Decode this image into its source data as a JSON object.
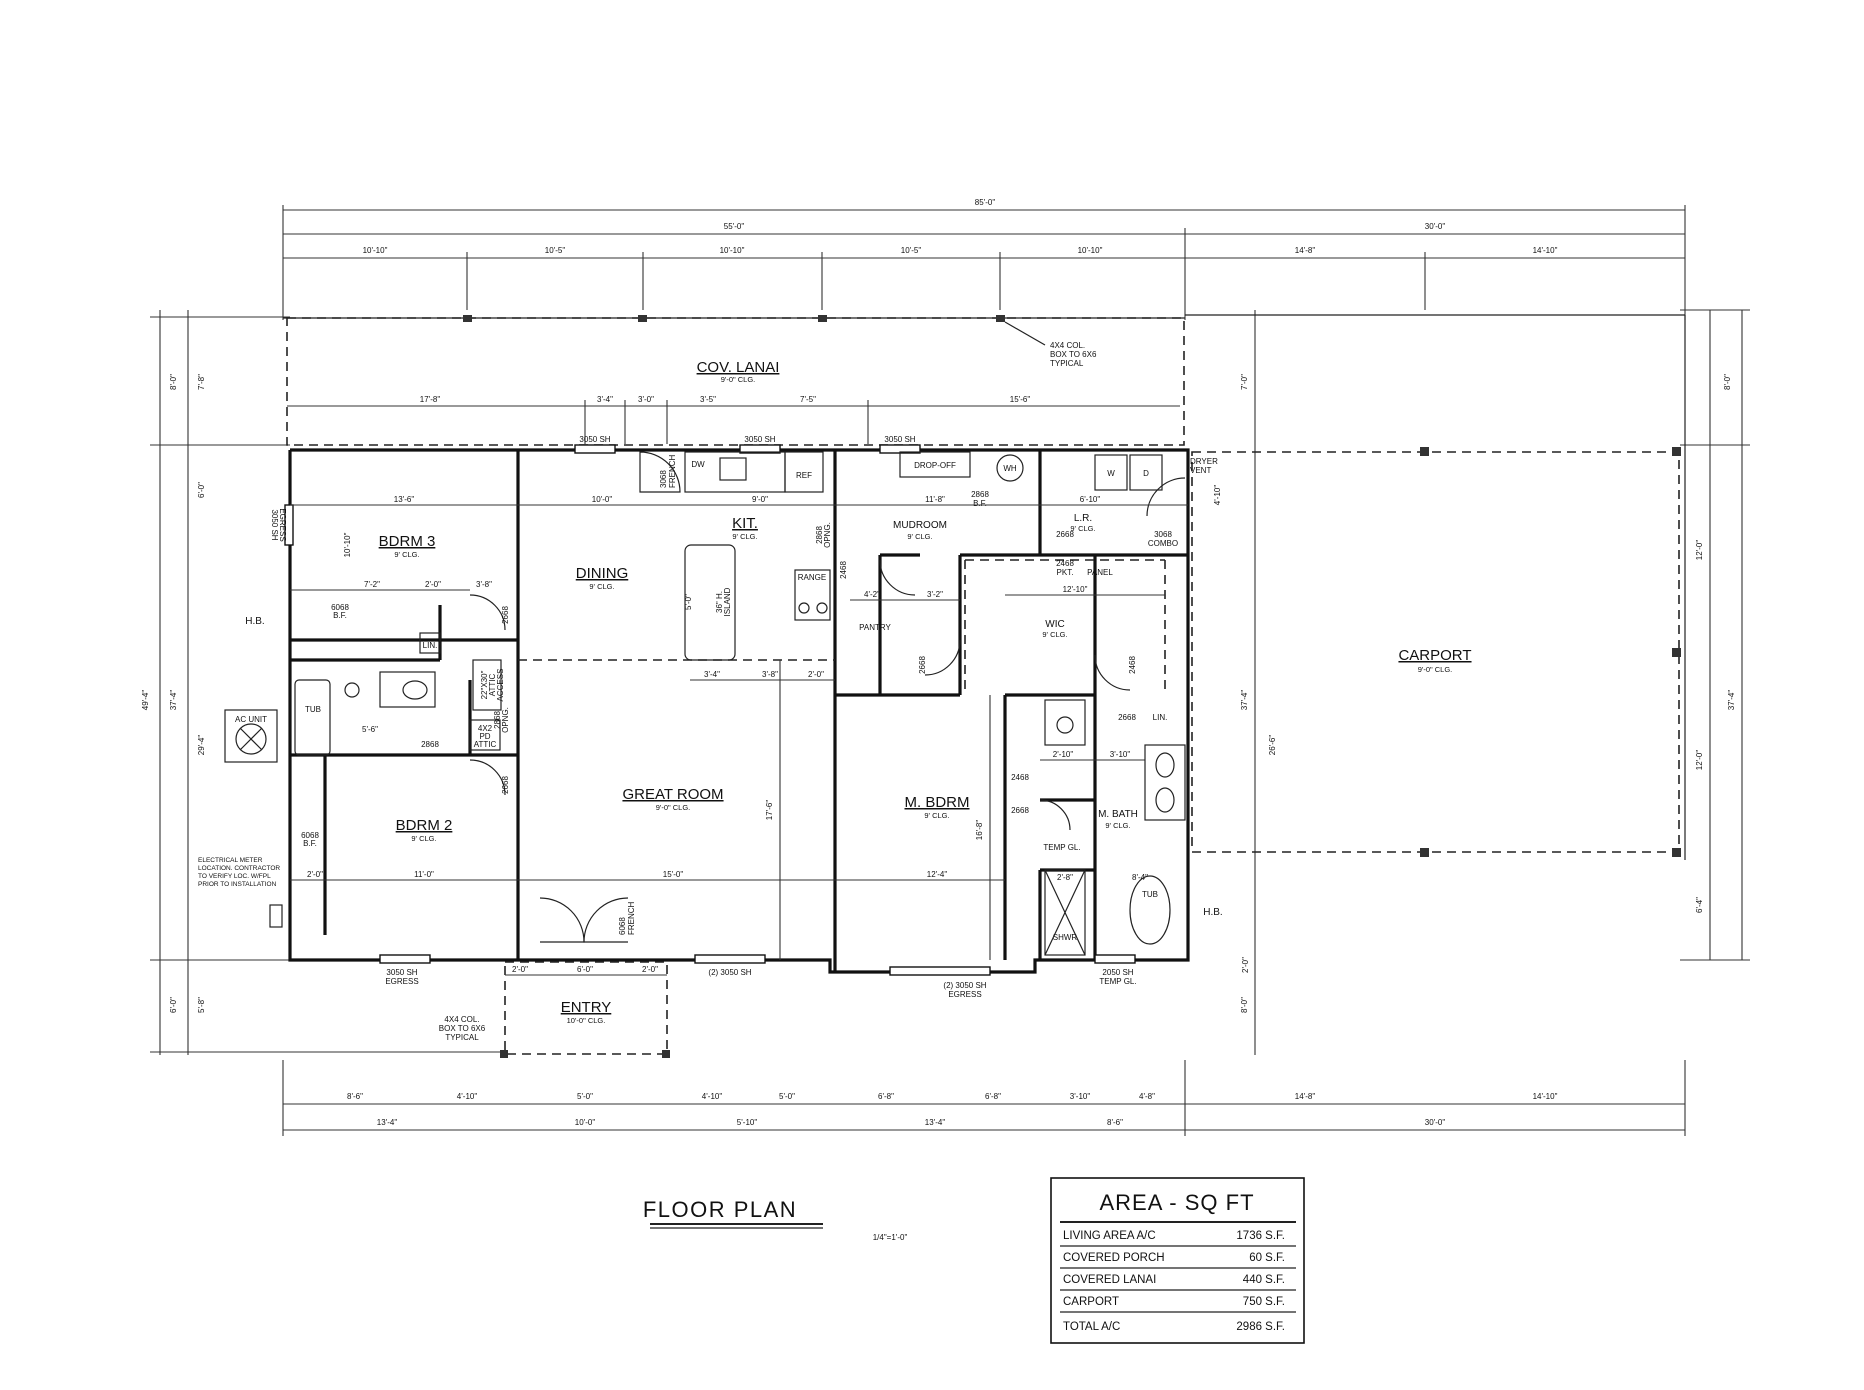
{
  "overall": {
    "total_width": "85'-0\"",
    "house_width": "55'-0\"",
    "carport_width": "30'-0\"",
    "depth": "49'-4\""
  },
  "top_dims": [
    "10'-10\"",
    "10'-5\"",
    "10'-10\"",
    "10'-5\"",
    "10'-10\"",
    "14'-8\"",
    "14'-10\""
  ],
  "lanai_dims": [
    "17'-8\"",
    "3'-4\"",
    "3'-0\"",
    "3'-5\"",
    "7'-5\"",
    "15'-6\""
  ],
  "bottom_dims_1": [
    "8'-6\"",
    "4'-10\"",
    "5'-0\"",
    "4'-10\"",
    "5'-0\"",
    "6'-8\"",
    "6'-8\"",
    "3'-10\"",
    "4'-8\"",
    "14'-8\"",
    "14'-10\""
  ],
  "bottom_dims_2": [
    "13'-4\"",
    "10'-0\"",
    "5'-10\"",
    "13'-4\"",
    "8'-6\"",
    "30'-0\""
  ],
  "left_dims_outer": [
    "8'-0\"",
    "49'-4\"",
    "6'-0\""
  ],
  "left_dims_inner": [
    "7'-8\"",
    "6'-0\"",
    "37'-4\"",
    "29'-4\"",
    "5'-8\""
  ],
  "right_dims": [
    "8'-0\"",
    "12'-0\"",
    "37'-4\"",
    "12'-0\"",
    "6'-4\""
  ],
  "inner_right_dims": [
    "7'-0\"",
    "37'-4\"",
    "26'-6\"",
    "8'-0\"",
    "4'-10\"",
    "2'-0\""
  ],
  "rooms": {
    "lanai": {
      "name": "COV. LANAI",
      "ceiling": "9'-0\" CLG."
    },
    "bdrm3": {
      "name": "BDRM 3",
      "ceiling": "9' CLG."
    },
    "dining": {
      "name": "DINING",
      "ceiling": "9' CLG."
    },
    "kit": {
      "name": "KIT.",
      "ceiling": "9' CLG."
    },
    "mudroom": {
      "name": "MUDROOM",
      "ceiling": "9' CLG."
    },
    "lr": {
      "name": "L.R.",
      "ceiling": "9' CLG."
    },
    "wic": {
      "name": "WIC",
      "ceiling": "9' CLG."
    },
    "great": {
      "name": "GREAT ROOM",
      "ceiling": "9'-0\" CLG."
    },
    "mbdrm": {
      "name": "M. BDRM",
      "ceiling": "9' CLG."
    },
    "mbath": {
      "name": "M. BATH",
      "ceiling": "9' CLG."
    },
    "bdrm2": {
      "name": "BDRM 2",
      "ceiling": "9' CLG."
    },
    "carport": {
      "name": "CARPORT",
      "ceiling": "9'-0\" CLG."
    },
    "entry": {
      "name": "ENTRY",
      "ceiling": "10'-0\" CLG."
    }
  },
  "room_dims": {
    "bdrm3": [
      "13'-6\"",
      "10'-10\""
    ],
    "dining": [
      "10'-0\""
    ],
    "kit": [
      "9'-0\""
    ],
    "mudroom": [
      "11'-8\""
    ],
    "lr": [
      "6'-10\""
    ],
    "wic": [
      "12'-10\""
    ],
    "great": [
      "15'-0\"",
      "17'-6\""
    ],
    "mbdrm": [
      "12'-4\"",
      "16'-8\""
    ],
    "bdrm2": [
      "11'-0\""
    ],
    "bath": [
      "7'-2\"",
      "2'-0\"",
      "3'-8\"",
      "5'-6\""
    ],
    "kitchen_run": [
      "3'-4\"",
      "3'-8\"",
      "2'-0\""
    ],
    "pantry": [
      "4'-2\"",
      "3'-2\""
    ],
    "mbath_dims": [
      "2'-10\"",
      "3'-10\"",
      "2'-8\"",
      "8'-4\""
    ]
  },
  "labels": {
    "col_note": [
      "4X4 COL.",
      "BOX TO 6X6",
      "TYPICAL"
    ],
    "meter_note": [
      "ELECTRICAL METER",
      "LOCATION. CONTRACTOR",
      "TO VERIFY LOC. W/FPL",
      "PRIOR TO INSTALLATION"
    ],
    "acunit": "AC UNIT",
    "hb": "H.B.",
    "tub": "TUB",
    "lin": "LIN.",
    "attic": [
      "22\"X30\"",
      "ATTIC",
      "ACCESS"
    ],
    "attic2": [
      "4X2",
      "PD",
      "ATTIC"
    ],
    "dw": "DW",
    "ref": "REF",
    "range": "RANGE",
    "island": [
      "36\" H.",
      "ISLAND"
    ],
    "dropoff": "DROP-OFF",
    "wh": "WH",
    "washer": "W",
    "dryer": "D",
    "dryer_vent": [
      "DRYER",
      "VENT"
    ],
    "panel": "PANEL",
    "pantry": "PANTRY",
    "shwr": "SHWR",
    "temp_gl": "TEMP GL.",
    "sf_6068": [
      "6068",
      "B.F."
    ],
    "door_2668": "2668",
    "door_2468": "2468",
    "door_2868": "2868",
    "combo": [
      "3068",
      "COMBO"
    ],
    "french_top": [
      "3068",
      "FRENCH"
    ],
    "french_entry": [
      "6068",
      "FRENCH"
    ],
    "pkt": [
      "2468",
      "PKT."
    ],
    "bf_2868": [
      "2868",
      "B.F."
    ],
    "opng": [
      "2868",
      "OPNG."
    ],
    "window_3050": "3050 SH",
    "window_3050_eg": [
      "3050 SH",
      "EGRESS"
    ],
    "window_2_3050": "(2) 3050 SH",
    "window_2_3050_eg": [
      "(2) 3050 SH",
      "EGRESS"
    ],
    "window_3050_egress_left": [
      "3050 SH",
      "EGRESS"
    ],
    "window_2050": [
      "2050 SH",
      "TEMP GL."
    ],
    "entry_dims": [
      "2'-0\"",
      "6'-0\"",
      "2'-0\""
    ],
    "dim_5_0": "5'-0\""
  },
  "title": {
    "name": "FLOOR PLAN",
    "scale": "1/4\"=1'-0\""
  },
  "area_table": {
    "heading": "AREA - SQ FT",
    "rows": [
      {
        "label": "LIVING AREA A/C",
        "value": "1736 S.F."
      },
      {
        "label": "COVERED PORCH",
        "value": "60 S.F."
      },
      {
        "label": "COVERED LANAI",
        "value": "440 S.F."
      },
      {
        "label": "CARPORT",
        "value": "750 S.F."
      },
      {
        "label": "TOTAL A/C",
        "value": "2986 S.F."
      }
    ]
  }
}
